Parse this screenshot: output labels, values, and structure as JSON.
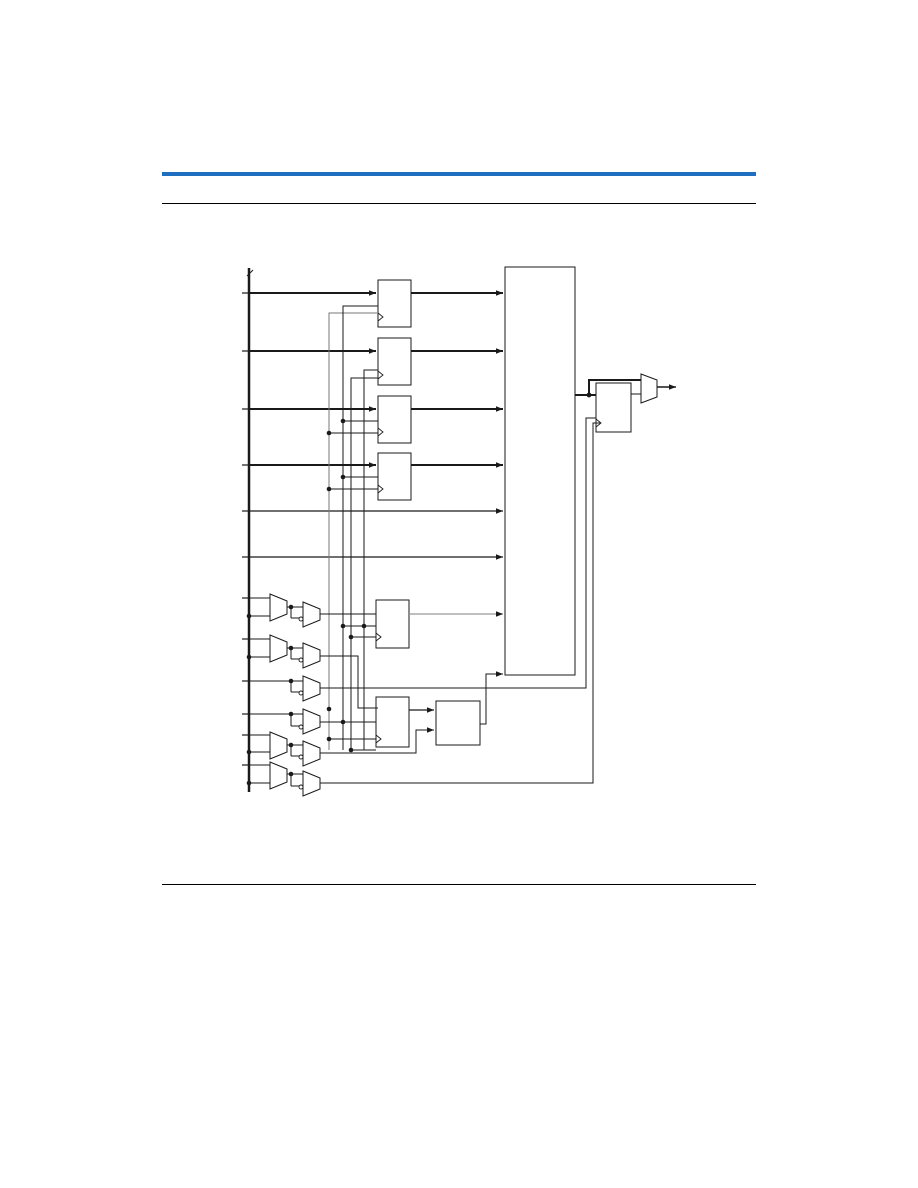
{
  "page": {
    "accent_color": "#1f6fc0",
    "rule_color": "#000000",
    "line_color": "#1a1a1a"
  },
  "diagram": {
    "type": "block-diagram",
    "description_blocks": [
      "register-a",
      "register-b",
      "register-c",
      "register-d",
      "register-e",
      "register-f",
      "logic-block",
      "main-block",
      "output-register"
    ],
    "text": []
  }
}
